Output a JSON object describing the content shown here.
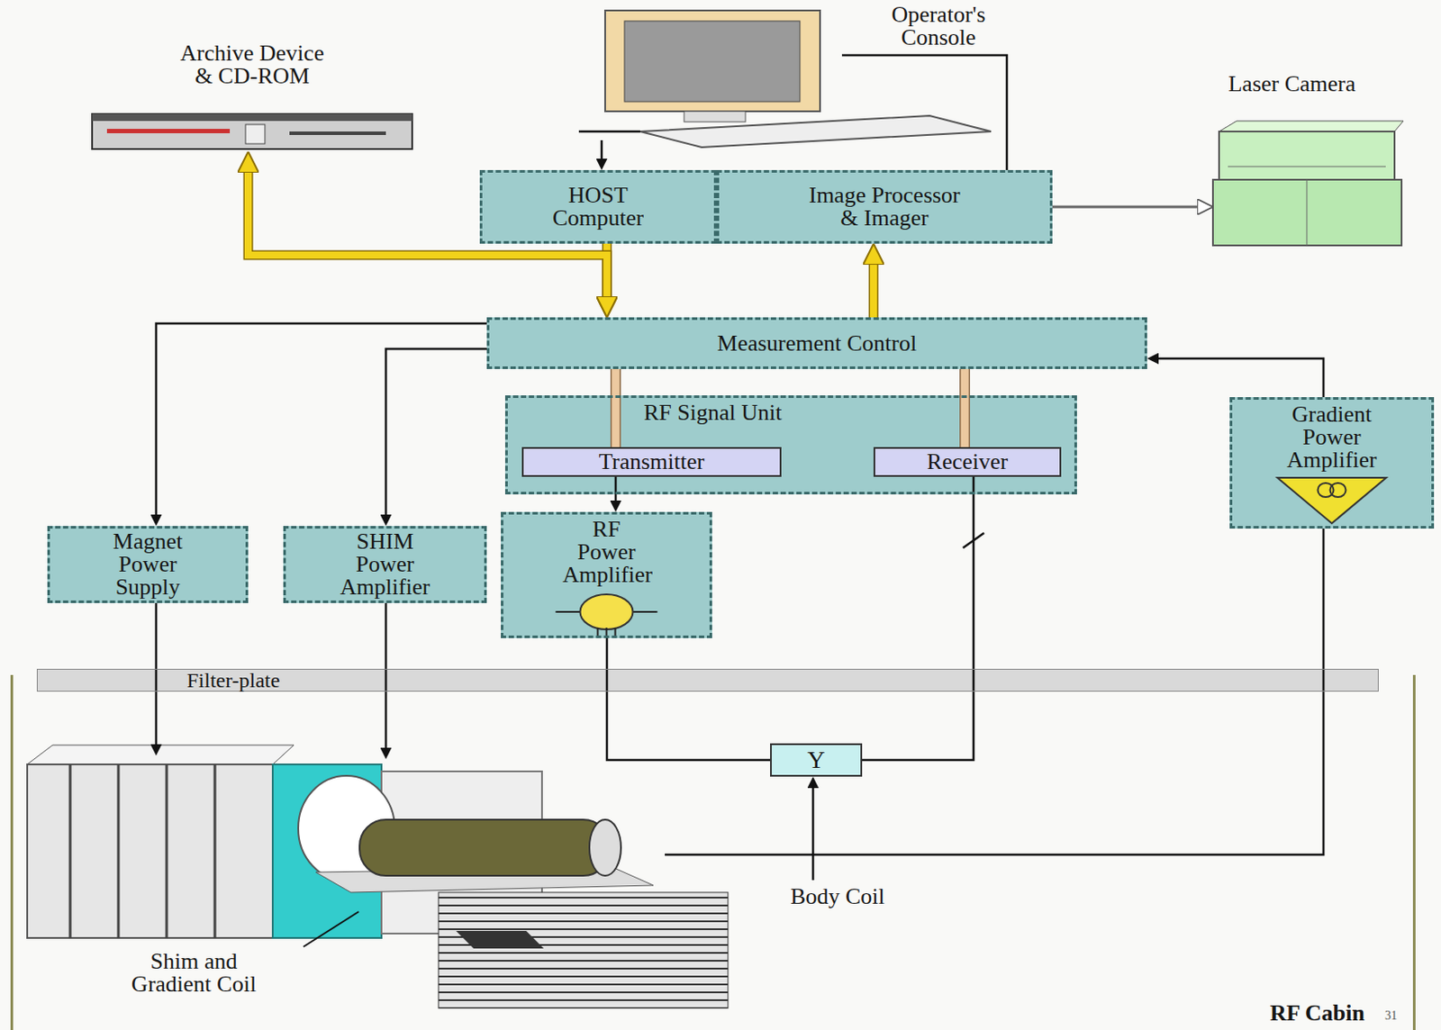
{
  "diagram": {
    "nodes": [
      {
        "text": [
          "Operator's Console"
        ]
      },
      {
        "text": [
          "Archive Device & CD-ROM"
        ]
      },
      {
        "text": [
          "Laser Camera"
        ]
      },
      {
        "text": [
          "HOST Computer"
        ]
      },
      {
        "text": [
          "Image Processor & Imager"
        ]
      },
      {
        "text": [
          "Measurement Control"
        ]
      },
      {
        "text": [
          "RF Signal Unit"
        ]
      },
      {
        "text": [
          "Transmitter"
        ],
        "in": 6
      },
      {
        "text": [
          "Receiver"
        ],
        "in": 6
      },
      {
        "text": [
          "Gradient Power Amplifier"
        ]
      },
      {
        "text": [
          "Magnet Power Supply"
        ]
      },
      {
        "text": [
          "SHIM Power Amplifier"
        ]
      },
      {
        "text": [
          "RF Power Amplifier"
        ]
      },
      {
        "text": [
          "Filter-plate"
        ]
      },
      {
        "text": [
          "RF Cabin"
        ]
      },
      {
        "text": [
          "Y"
        ],
        "in": 14
      }
    ],
    "edges": [
      {
        "from": 0,
        "to": 3,
        "arrow": "to"
      },
      {
        "from": 4,
        "to": 0,
        "arrow": "none"
      },
      {
        "from": 3,
        "to": 5,
        "arrow": "to"
      },
      {
        "from": 1,
        "to": 5,
        "arrow": "both"
      },
      {
        "from": 5,
        "to": 4,
        "arrow": "to"
      },
      {
        "from": 4,
        "to": 2,
        "arrow": "to"
      },
      {
        "from": 5,
        "to": 10,
        "arrow": "to"
      },
      {
        "from": 5,
        "to": 11,
        "arrow": "to"
      },
      {
        "from": 5,
        "to": 7,
        "arrow": "none"
      },
      {
        "from": 8,
        "to": 5,
        "arrow": "none"
      },
      {
        "from": 9,
        "to": 5,
        "arrow": "to"
      },
      {
        "from": 7,
        "to": 12,
        "arrow": "to"
      },
      {
        "from": 12,
        "to": 15,
        "arrow": "none"
      },
      {
        "from": 8,
        "to": 15,
        "arrow": "none"
      }
    ],
    "labels": [
      "Body Coil",
      "Shim and Gradient Coil",
      "31"
    ]
  }
}
